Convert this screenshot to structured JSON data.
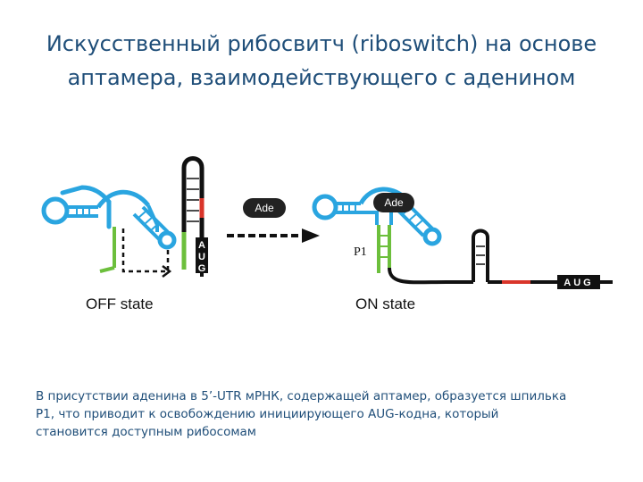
{
  "title": {
    "line1": "Искусственный рибосвитч (riboswitch) на основе",
    "line2": "аптамера, взаимодействующего с аденином"
  },
  "diagram": {
    "off_label": "OFF state",
    "on_label": "ON state",
    "ligand_label": "Ade",
    "p1_label": "P1",
    "off_codon": [
      "A",
      "U",
      "G"
    ],
    "on_codon": "AUG",
    "colors": {
      "aptamer": "#2aa5e0",
      "p1_strand": "#6cbf3c",
      "rna": "#111111",
      "start_region": "#d9352a"
    }
  },
  "caption": {
    "line1": "В присутствии аденина в 5’-UTR мРНК, содержащей аптамер, образуется шпилька",
    "line2": "P1, что приводит к освобождению инициирующего AUG-кодна, который",
    "line3": "становится доступным рибосомам"
  }
}
